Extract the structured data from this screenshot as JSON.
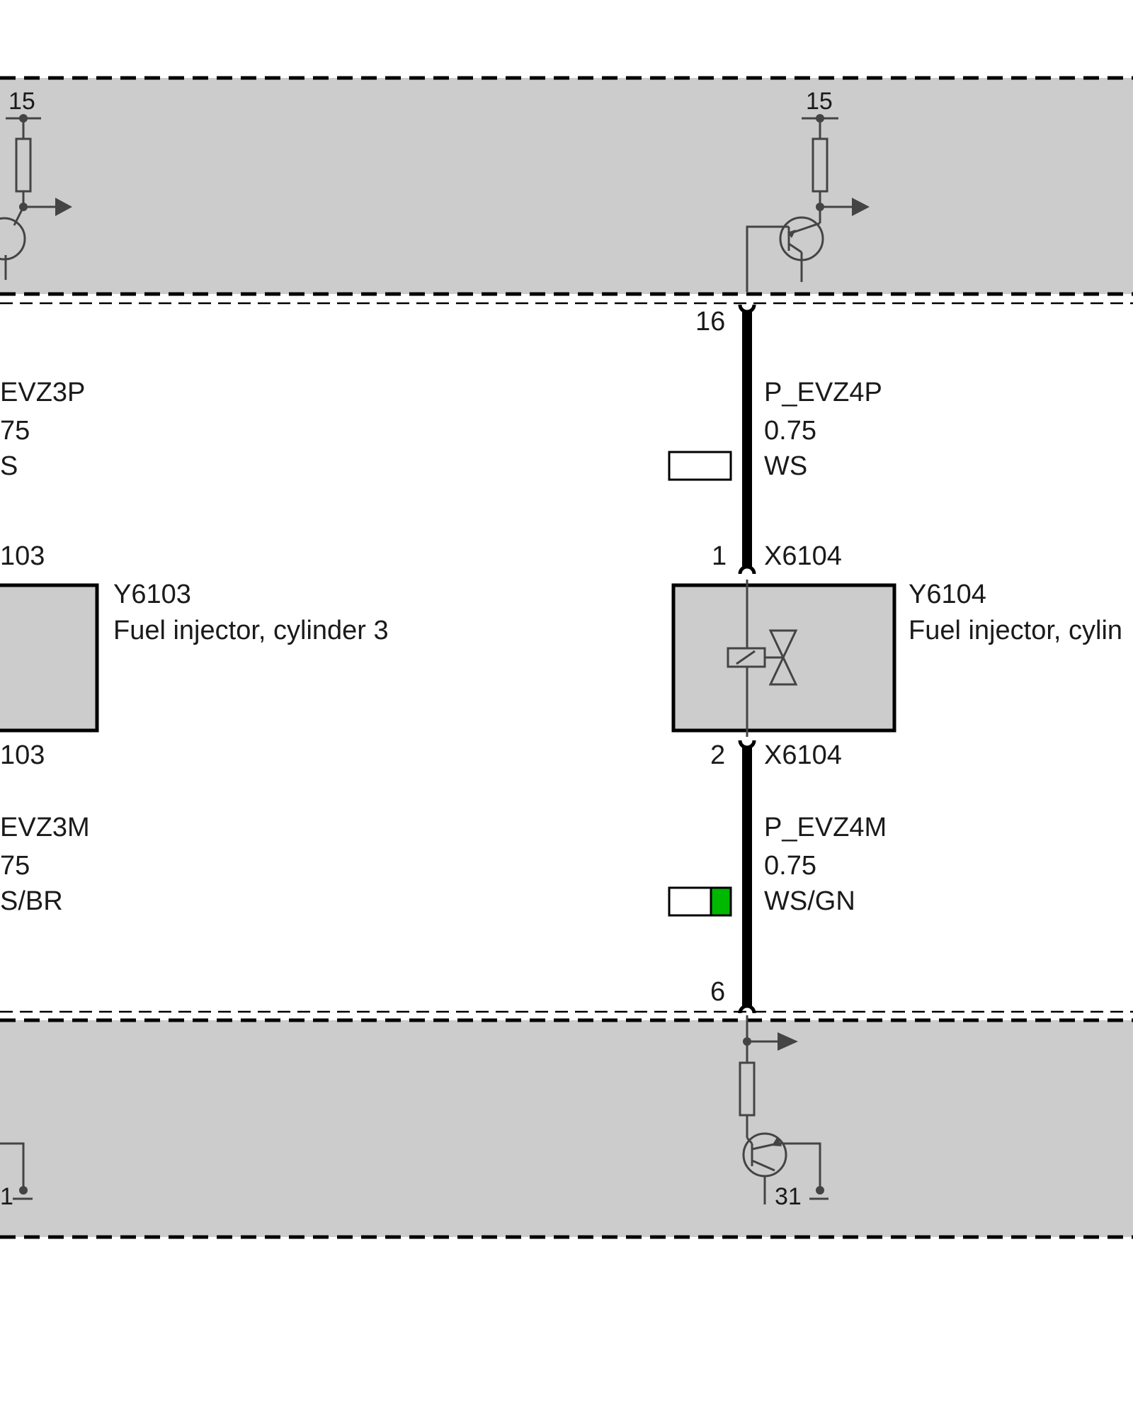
{
  "terminals": {
    "left_supply": "15",
    "right_supply": "15",
    "left_ground": "1",
    "right_ground": "31"
  },
  "left_column": {
    "wire_top_name": "EVZ3P",
    "wire_top_size": "75",
    "wire_top_color": "S",
    "connector_top": "103",
    "component_id": "Y6103",
    "component_desc": "Fuel injector, cylinder 3",
    "connector_bottom": "103",
    "wire_bottom_name": "EVZ3M",
    "wire_bottom_size": "75",
    "wire_bottom_color": "S/BR"
  },
  "right_column": {
    "pin_module_top": "16",
    "wire_top_name": "P_EVZ4P",
    "wire_top_size": "0.75",
    "wire_top_color": "WS",
    "connector_top_pin": "1",
    "connector_top": "X6104",
    "component_id": "Y6104",
    "component_desc": "Fuel injector, cylin",
    "connector_bottom_pin": "2",
    "connector_bottom": "X6104",
    "wire_bottom_name": "P_EVZ4M",
    "wire_bottom_size": "0.75",
    "wire_bottom_color": "WS/GN",
    "pin_module_bottom": "6"
  },
  "colors": {
    "module_fill": "#cccccc",
    "wire_white": "#ffffff",
    "wire_green": "#00b800",
    "wire": "#000000",
    "symbol": "#444444"
  }
}
